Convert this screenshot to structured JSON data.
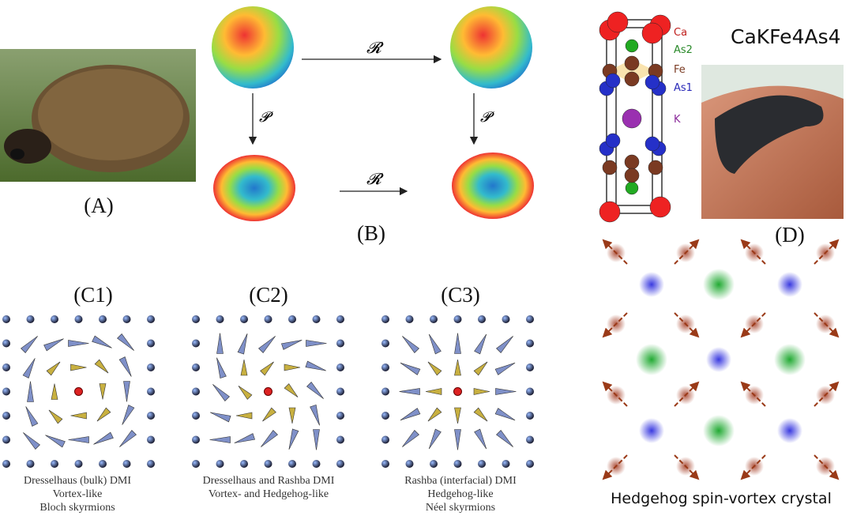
{
  "panels": {
    "a": {
      "label": "(A)"
    },
    "b": {
      "label": "(B)",
      "horizontal_arrow_label": "𝓡",
      "vertical_arrow_label": "𝓟"
    },
    "c1": {
      "label": "(C1)",
      "caption": [
        "Dresselhaus (bulk) DMI",
        "Vortex-like",
        "Bloch skyrmions"
      ]
    },
    "c2": {
      "label": "(C2)",
      "caption": [
        "Dresselhaus and Rashba DMI",
        "Vortex- and Hedgehog-like"
      ]
    },
    "c3": {
      "label": "(C3)",
      "caption": [
        "Rashba (interfacial) DMI",
        "Hedgehog-like",
        "Néel skyrmions"
      ]
    },
    "d": {
      "label": "(D)",
      "compound_title": "CaKFe4As4",
      "elements": [
        {
          "name": "Ca",
          "color": "#c0201e"
        },
        {
          "name": "As2",
          "color": "#2a8a2a"
        },
        {
          "name": "Fe",
          "color": "#7a3a22"
        },
        {
          "name": "As1",
          "color": "#2a2ab8"
        },
        {
          "name": "K",
          "color": "#8a2a9a"
        }
      ],
      "crystal_caption": "Hedgehog spin-vortex crystal"
    }
  }
}
